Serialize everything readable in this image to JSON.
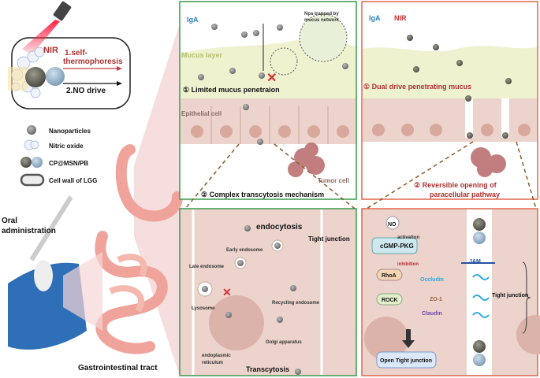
{
  "mechanism_box": {
    "nir": "NIR",
    "drive1_line1": "1.self-",
    "drive1_line2": "thermophoresis",
    "drive2": "2.NO drive"
  },
  "legend": {
    "items": [
      {
        "label": "Nanoparticles",
        "icon": "nanoparticle-icon"
      },
      {
        "label": "Nitric oxide",
        "icon": "nitric-oxide-icon"
      },
      {
        "label": "CP@MSN/PB",
        "icon": "cp-msn-pb-icon"
      },
      {
        "label": "Cell wall of LGG",
        "icon": "cell-wall-icon"
      }
    ]
  },
  "left": {
    "oral_line1": "Oral",
    "oral_line2": "administration",
    "gi_tract": "Gastrointestinal tract"
  },
  "panel_a": {
    "iga": "IgA",
    "trapped_line1": "Nps trapped by",
    "trapped_line2": "mucus network",
    "mucus_layer": "Mucus layer",
    "limited": "① Limited mucus penetraion",
    "epithelial": "Epithelial cell",
    "tumor": "Tumor cell",
    "complex": "② Complex transcytosis mechanism"
  },
  "panel_b": {
    "iga": "IgA",
    "nir": "NIR",
    "dual": "① Dual drive penetrating mucus",
    "reversible_line1": "② Reversible opening of",
    "reversible_line2": "paracellular pathway"
  },
  "panel_c": {
    "endocytosis": "endocytosis",
    "tight_junction": "Tight junction",
    "early_endosome": "Early endosome",
    "late_endosome": "Late endosome",
    "lysosome": "Lysosome",
    "recycling_endosome": "Recycling endosome",
    "golgi": "Golgi apparatus",
    "er_line1": "endoplasmic",
    "er_line2": "reticulum",
    "transcytosis": "Transcytosis"
  },
  "panel_d": {
    "no": "NO",
    "activation": "activation",
    "cgmp": "cGMP-PKG",
    "inhibition": "inhibition",
    "rhoa": "RhoA",
    "rock": "ROCK",
    "occludin": "Occludin",
    "zo1": "ZO-1",
    "claudin": "Claudin",
    "jam": "JAM",
    "tight_junction": "Tight junction",
    "open": "Open Tight junction"
  },
  "colors": {
    "green_frame": "#3a9a4a",
    "orange_frame": "#e0664a",
    "mucus": "#eef2cf",
    "cell": "#ecd3cc",
    "dark_red_text": "#b03030",
    "iga_blue": "#2a7fc0"
  }
}
